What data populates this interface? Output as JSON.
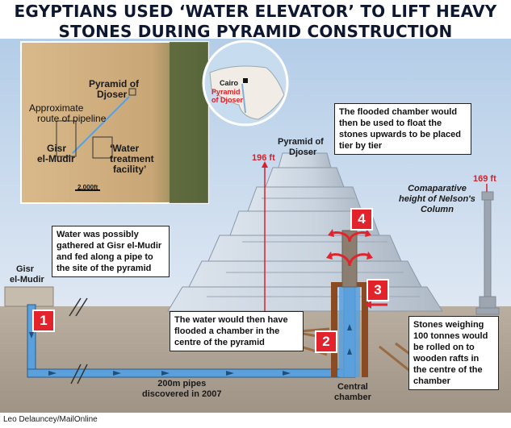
{
  "title": {
    "line1": "EGYPTIANS USED ‘WATER ELEVATOR’ TO LIFT HEAVY",
    "line2": "STONES DURING PYRAMID CONSTRUCTION"
  },
  "inset_map": {
    "pyramid_label_1": "Pyramid of",
    "pyramid_label_2": "Djoser",
    "route_label_1": "Approximate",
    "route_label_2": "route of pipeline",
    "gisr_label_1": "Gisr",
    "gisr_label_2": "el-Mudir",
    "water_label_1": "‘Water",
    "water_label_2": "treatment",
    "water_label_3": "facility’",
    "scale": "2,000ft"
  },
  "locator_map": {
    "city": "Cairo",
    "site_1": "Pyramid",
    "site_2": "of Djoser"
  },
  "callouts": {
    "flooded_chamber": "The flooded chamber would then be used to float the stones upwards to be placed tier by tier",
    "water_gathered": "Water was possibly gathered at Gisr el-Mudir and fed along a pipe to the site of the pyramid",
    "water_flooded": "The water would then have flooded a chamber in the centre of the pyramid",
    "stones": "Stones weighing 100 tonnes would be rolled on to wooden rafts in the centre of the chamber"
  },
  "labels": {
    "pyramid_1": "Pyramid of",
    "pyramid_2": "Djoser",
    "height_pyramid": "196 ft",
    "height_column": "169 ft",
    "column_1": "Comaparative",
    "column_2": "height of Nelson's",
    "column_3": "Column",
    "gisr_1": "Gisr",
    "gisr_2": "el-Mudir",
    "pipes_1": "200m pipes",
    "pipes_2": "discovered in 2007",
    "central_1": "Central",
    "central_2": "chamber"
  },
  "steps": [
    "1",
    "2",
    "3",
    "4"
  ],
  "credit": "Leo Delauncey/MailOnline",
  "colors": {
    "title": "#0e1730",
    "accent_red": "#e3232c",
    "water": "#5aa0dc",
    "ground": "#b3a89a",
    "sky": "#cbdcee"
  }
}
